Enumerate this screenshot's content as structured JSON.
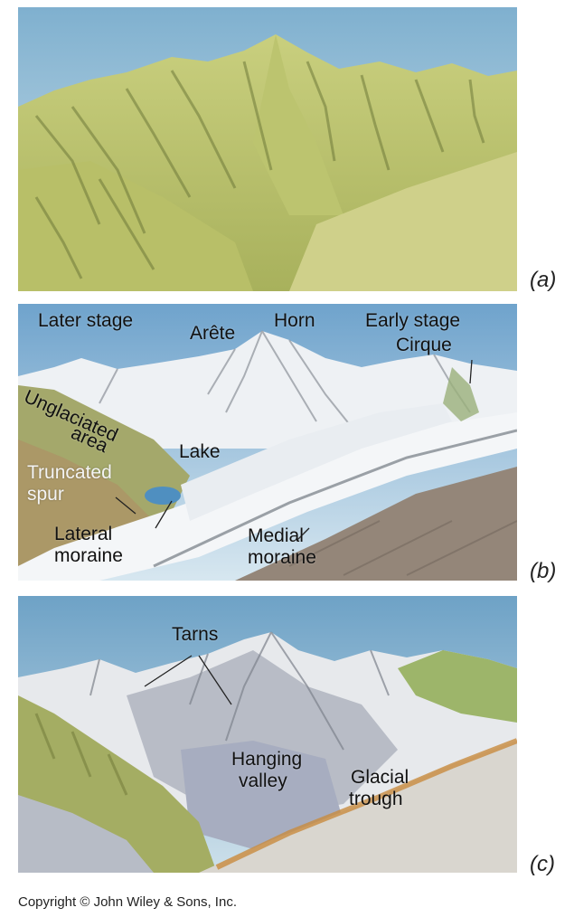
{
  "panels": {
    "a": {
      "tag": "(a)"
    },
    "b": {
      "tag": "(b)",
      "labels": {
        "later_stage": "Later stage",
        "arete": "Arête",
        "horn": "Horn",
        "early_stage": "Early stage",
        "cirque": "Cirque",
        "unglaciated_1": "Unglaciated",
        "unglaciated_2": "area",
        "lake": "Lake",
        "truncated_1": "Truncated",
        "truncated_2": "spur",
        "lateral_1": "Lateral",
        "lateral_2": "moraine",
        "medial_1": "Medial",
        "medial_2": "moraine"
      }
    },
    "c": {
      "tag": "(c)",
      "labels": {
        "tarns": "Tarns",
        "hanging_1": "Hanging",
        "hanging_2": "valley",
        "glacial_1": "Glacial",
        "glacial_2": "trough"
      }
    }
  },
  "copyright": "Copyright © John Wiley & Sons, Inc.",
  "colors": {
    "sky": "#9cc0d6",
    "green_hills": "#b9c271",
    "ice": "#f2f4f6",
    "rock": "#8f8a84"
  }
}
